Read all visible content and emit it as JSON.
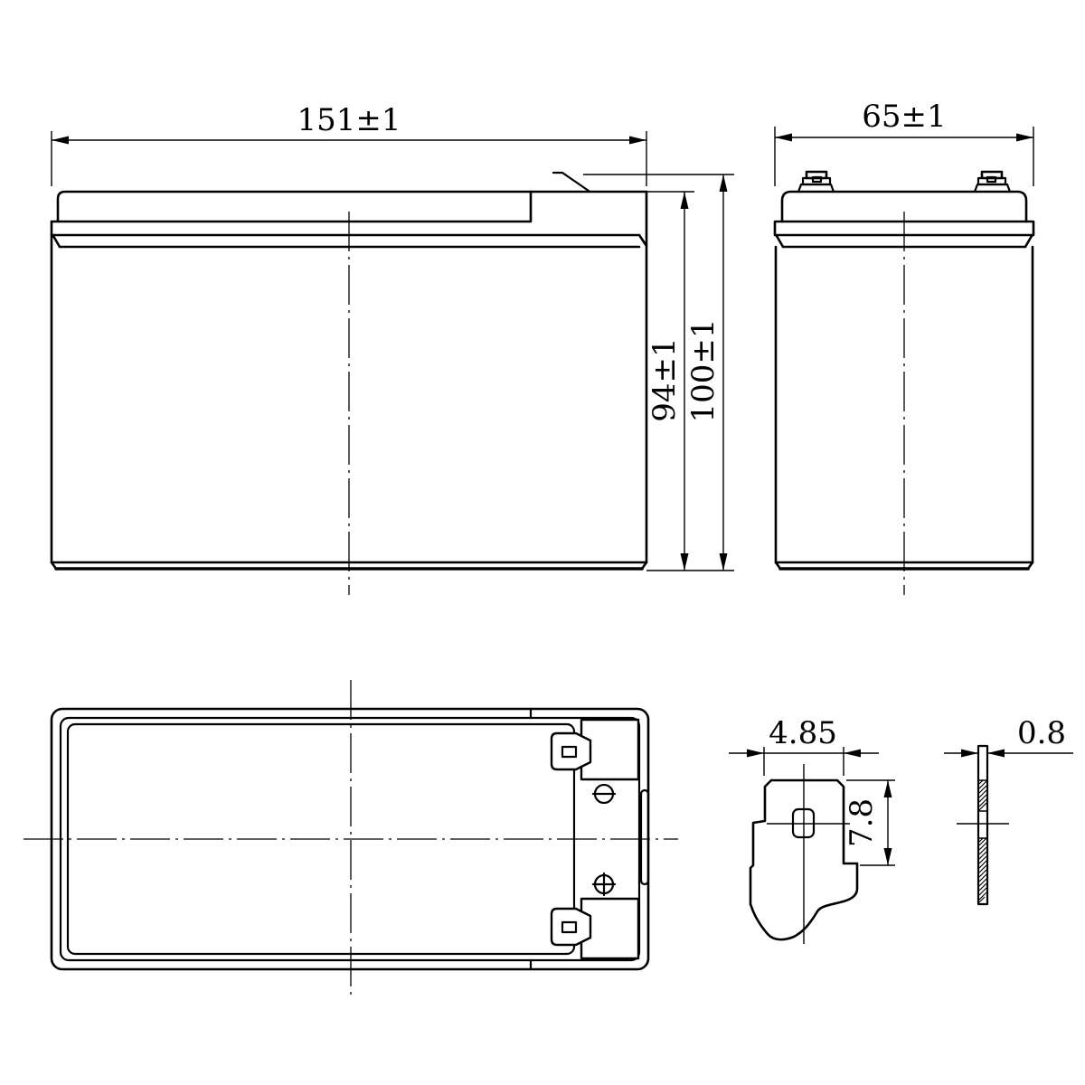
{
  "drawing": {
    "background": "#ffffff",
    "line_color": "#000000",
    "dimensions": {
      "overall_length": "151±1",
      "overall_width": "65±1",
      "container_height": "94±1",
      "total_height": "100±1",
      "terminal_width": "4.85",
      "terminal_height": "7.8",
      "terminal_thickness": "0.8"
    }
  }
}
